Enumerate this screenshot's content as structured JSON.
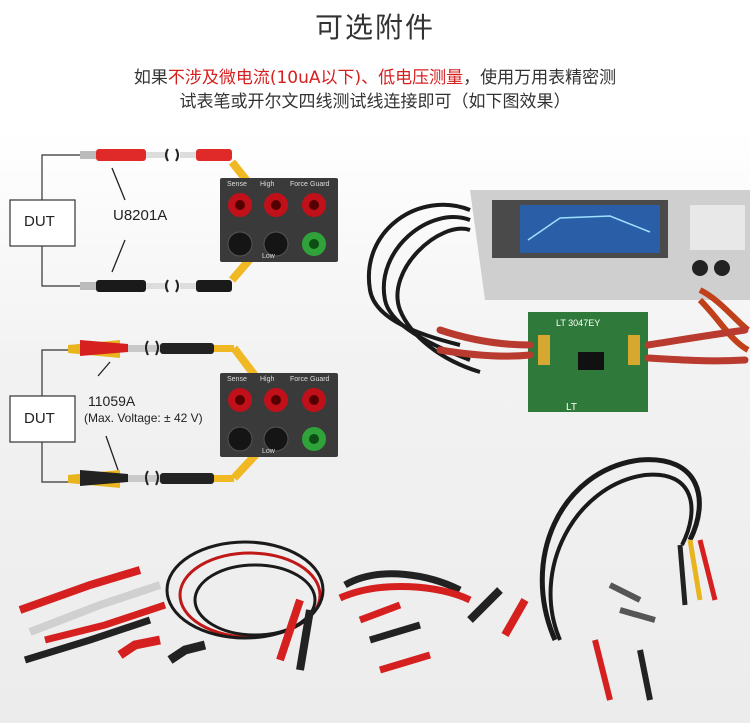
{
  "title": "可选附件",
  "description": {
    "line1_prefix": "如果",
    "line1_highlight": "不涉及微电流(10uA以下)、低电压测量",
    "line1_suffix": "，使用万用表精密测",
    "line2": "试表笔或开尔文四线测试线连接即可（如下图效果）"
  },
  "diagram_top": {
    "dut_label": "DUT",
    "lead_label": "U8201A"
  },
  "diagram_bottom": {
    "dut_label": "DUT",
    "lead_label": "11059A",
    "voltage_note": "(Max. Voltage: ± 42 V)"
  },
  "panel": {
    "sense": "Sense",
    "high": "High",
    "force": "Force",
    "guard": "Guard",
    "low": "Low"
  },
  "board": {
    "chip_label": "LT 3047EY",
    "brand": "LT"
  },
  "colors": {
    "red": "#d62020",
    "jack_red": "#c0111a",
    "jack_green": "#2fa23a",
    "arrow": "#f0b823",
    "panel": "#3a3a3a"
  }
}
